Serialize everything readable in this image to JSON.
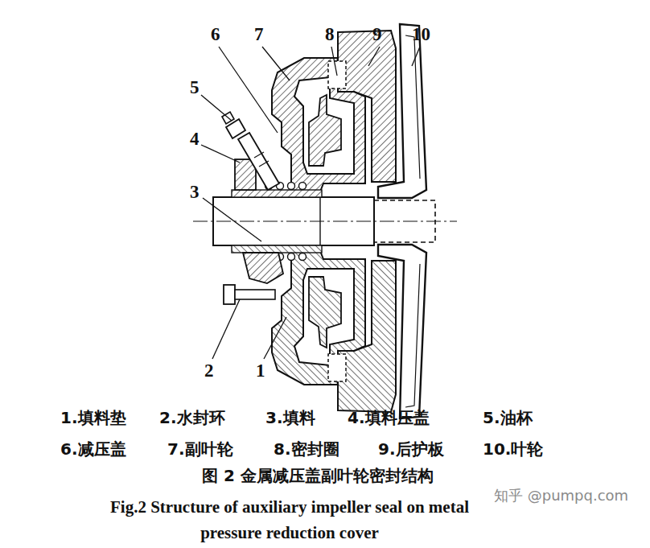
{
  "diagram": {
    "caption": "图 2 金属减压盖副叶轮密封结构",
    "labels": [
      "6",
      "7",
      "8",
      "9",
      "10",
      "5",
      "4",
      "3",
      "2",
      "1",
      "1.填料垫",
      "2.水封环",
      "3.填料",
      "4.填料压盖",
      "5.油杯",
      "6.减压盖",
      "7.副叶轮",
      "8.密封圈",
      "9.后护板",
      "10.叶轮",
      "Fig.2 Structure of auxiliary impeller seal on metal pressure reduction cover",
      "知乎 @pumpq.com"
    ]
  }
}
